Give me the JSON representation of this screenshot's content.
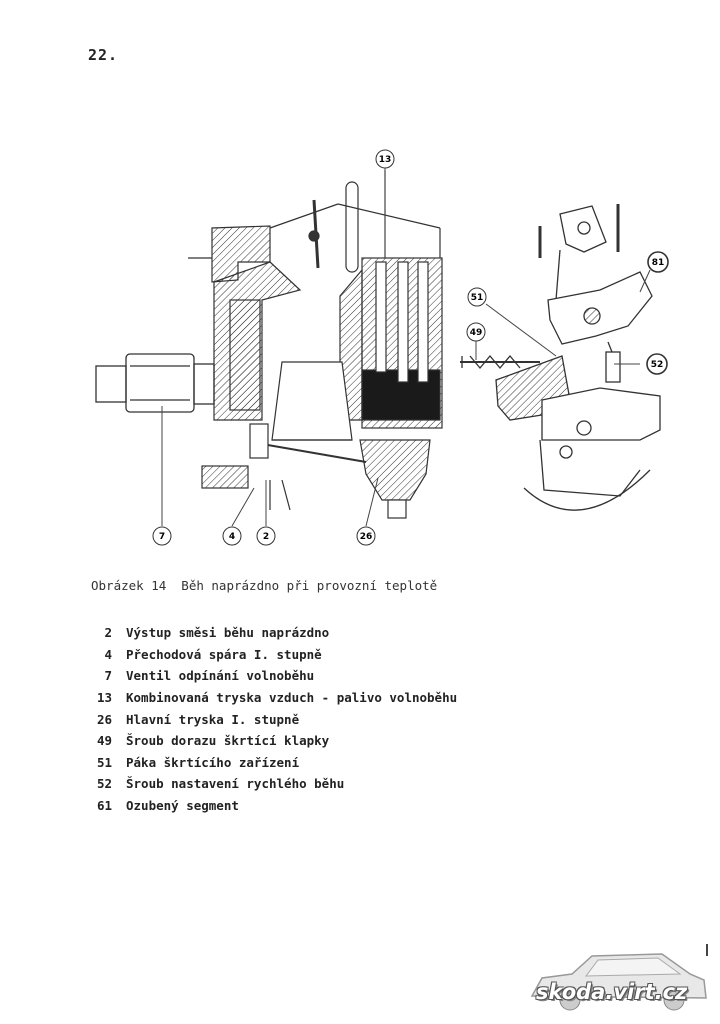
{
  "page": {
    "number": "22."
  },
  "figure": {
    "callouts": [
      "13",
      "81",
      "51",
      "49",
      "52",
      "7",
      "4",
      "2",
      "26"
    ]
  },
  "caption": "Obrázek 14  Běh naprázdno při provozní teplotě",
  "legend": [
    {
      "num": "2",
      "text": "Výstup směsi běhu naprázdno"
    },
    {
      "num": "4",
      "text": "Přechodová spára I. stupně"
    },
    {
      "num": "7",
      "text": "Ventil odpínání volnoběhu"
    },
    {
      "num": "13",
      "text": "Kombinovaná tryska vzduch - palivo volnoběhu"
    },
    {
      "num": "26",
      "text": "Hlavní tryska I. stupně"
    },
    {
      "num": "49",
      "text": "Šroub dorazu škrtící klapky"
    },
    {
      "num": "51",
      "text": "Páka škrtícího zařízení"
    },
    {
      "num": "52",
      "text": "Šroub nastavení rychlého běhu"
    },
    {
      "num": "61",
      "text": "Ozubený segment"
    }
  ],
  "watermark": {
    "text": "skoda.virt.cz"
  }
}
